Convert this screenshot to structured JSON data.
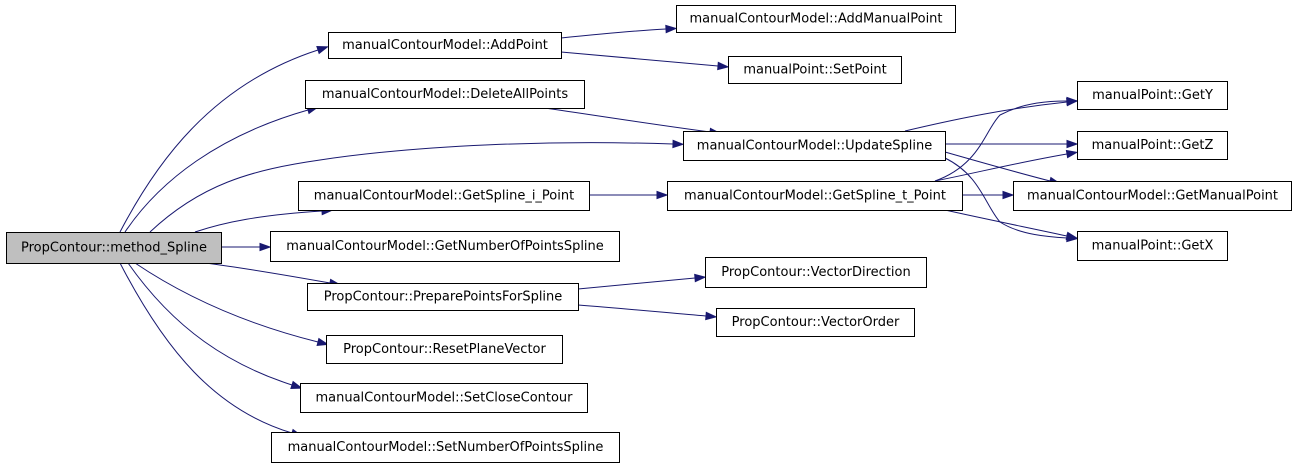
{
  "diagram": {
    "nodes": {
      "root": "PropContour::method_Spline",
      "addPoint": "manualContourModel::AddPoint",
      "addManualPoint": "manualContourModel::AddManualPoint",
      "setPoint": "manualPoint::SetPoint",
      "deleteAllPoints": "manualContourModel::DeleteAllPoints",
      "updateSpline": "manualContourModel::UpdateSpline",
      "getY": "manualPoint::GetY",
      "getZ": "manualPoint::GetZ",
      "getSplineIPoint": "manualContourModel::GetSpline_i_Point",
      "getSplineTPoint": "manualContourModel::GetSpline_t_Point",
      "getManualPoint": "manualContourModel::GetManualPoint",
      "getNumberOfPointsSpline": "manualContourModel::GetNumberOfPointsSpline",
      "getX": "manualPoint::GetX",
      "preparePointsForSpline": "PropContour::PreparePointsForSpline",
      "vectorDirection": "PropContour::VectorDirection",
      "vectorOrder": "PropContour::VectorOrder",
      "resetPlaneVector": "PropContour::ResetPlaneVector",
      "setCloseContour": "manualContourModel::SetCloseContour",
      "setNumberOfPointsSpline": "manualContourModel::SetNumberOfPointsSpline"
    },
    "edges": [
      [
        "root",
        "addPoint"
      ],
      [
        "root",
        "deleteAllPoints"
      ],
      [
        "root",
        "updateSpline"
      ],
      [
        "root",
        "getSplineIPoint"
      ],
      [
        "root",
        "getNumberOfPointsSpline"
      ],
      [
        "root",
        "preparePointsForSpline"
      ],
      [
        "root",
        "resetPlaneVector"
      ],
      [
        "root",
        "setCloseContour"
      ],
      [
        "root",
        "setNumberOfPointsSpline"
      ],
      [
        "addPoint",
        "addManualPoint"
      ],
      [
        "addPoint",
        "setPoint"
      ],
      [
        "deleteAllPoints",
        "updateSpline"
      ],
      [
        "updateSpline",
        "getY"
      ],
      [
        "updateSpline",
        "getZ"
      ],
      [
        "updateSpline",
        "getManualPoint"
      ],
      [
        "updateSpline",
        "getX"
      ],
      [
        "getSplineIPoint",
        "getSplineTPoint"
      ],
      [
        "getSplineTPoint",
        "getY"
      ],
      [
        "getSplineTPoint",
        "getZ"
      ],
      [
        "getSplineTPoint",
        "getManualPoint"
      ],
      [
        "getSplineTPoint",
        "getX"
      ],
      [
        "preparePointsForSpline",
        "vectorDirection"
      ],
      [
        "preparePointsForSpline",
        "vectorOrder"
      ]
    ],
    "colors": {
      "edge": "#191970",
      "root_fill": "#bfbfbf",
      "node_fill": "#ffffff",
      "border": "#000000"
    }
  }
}
